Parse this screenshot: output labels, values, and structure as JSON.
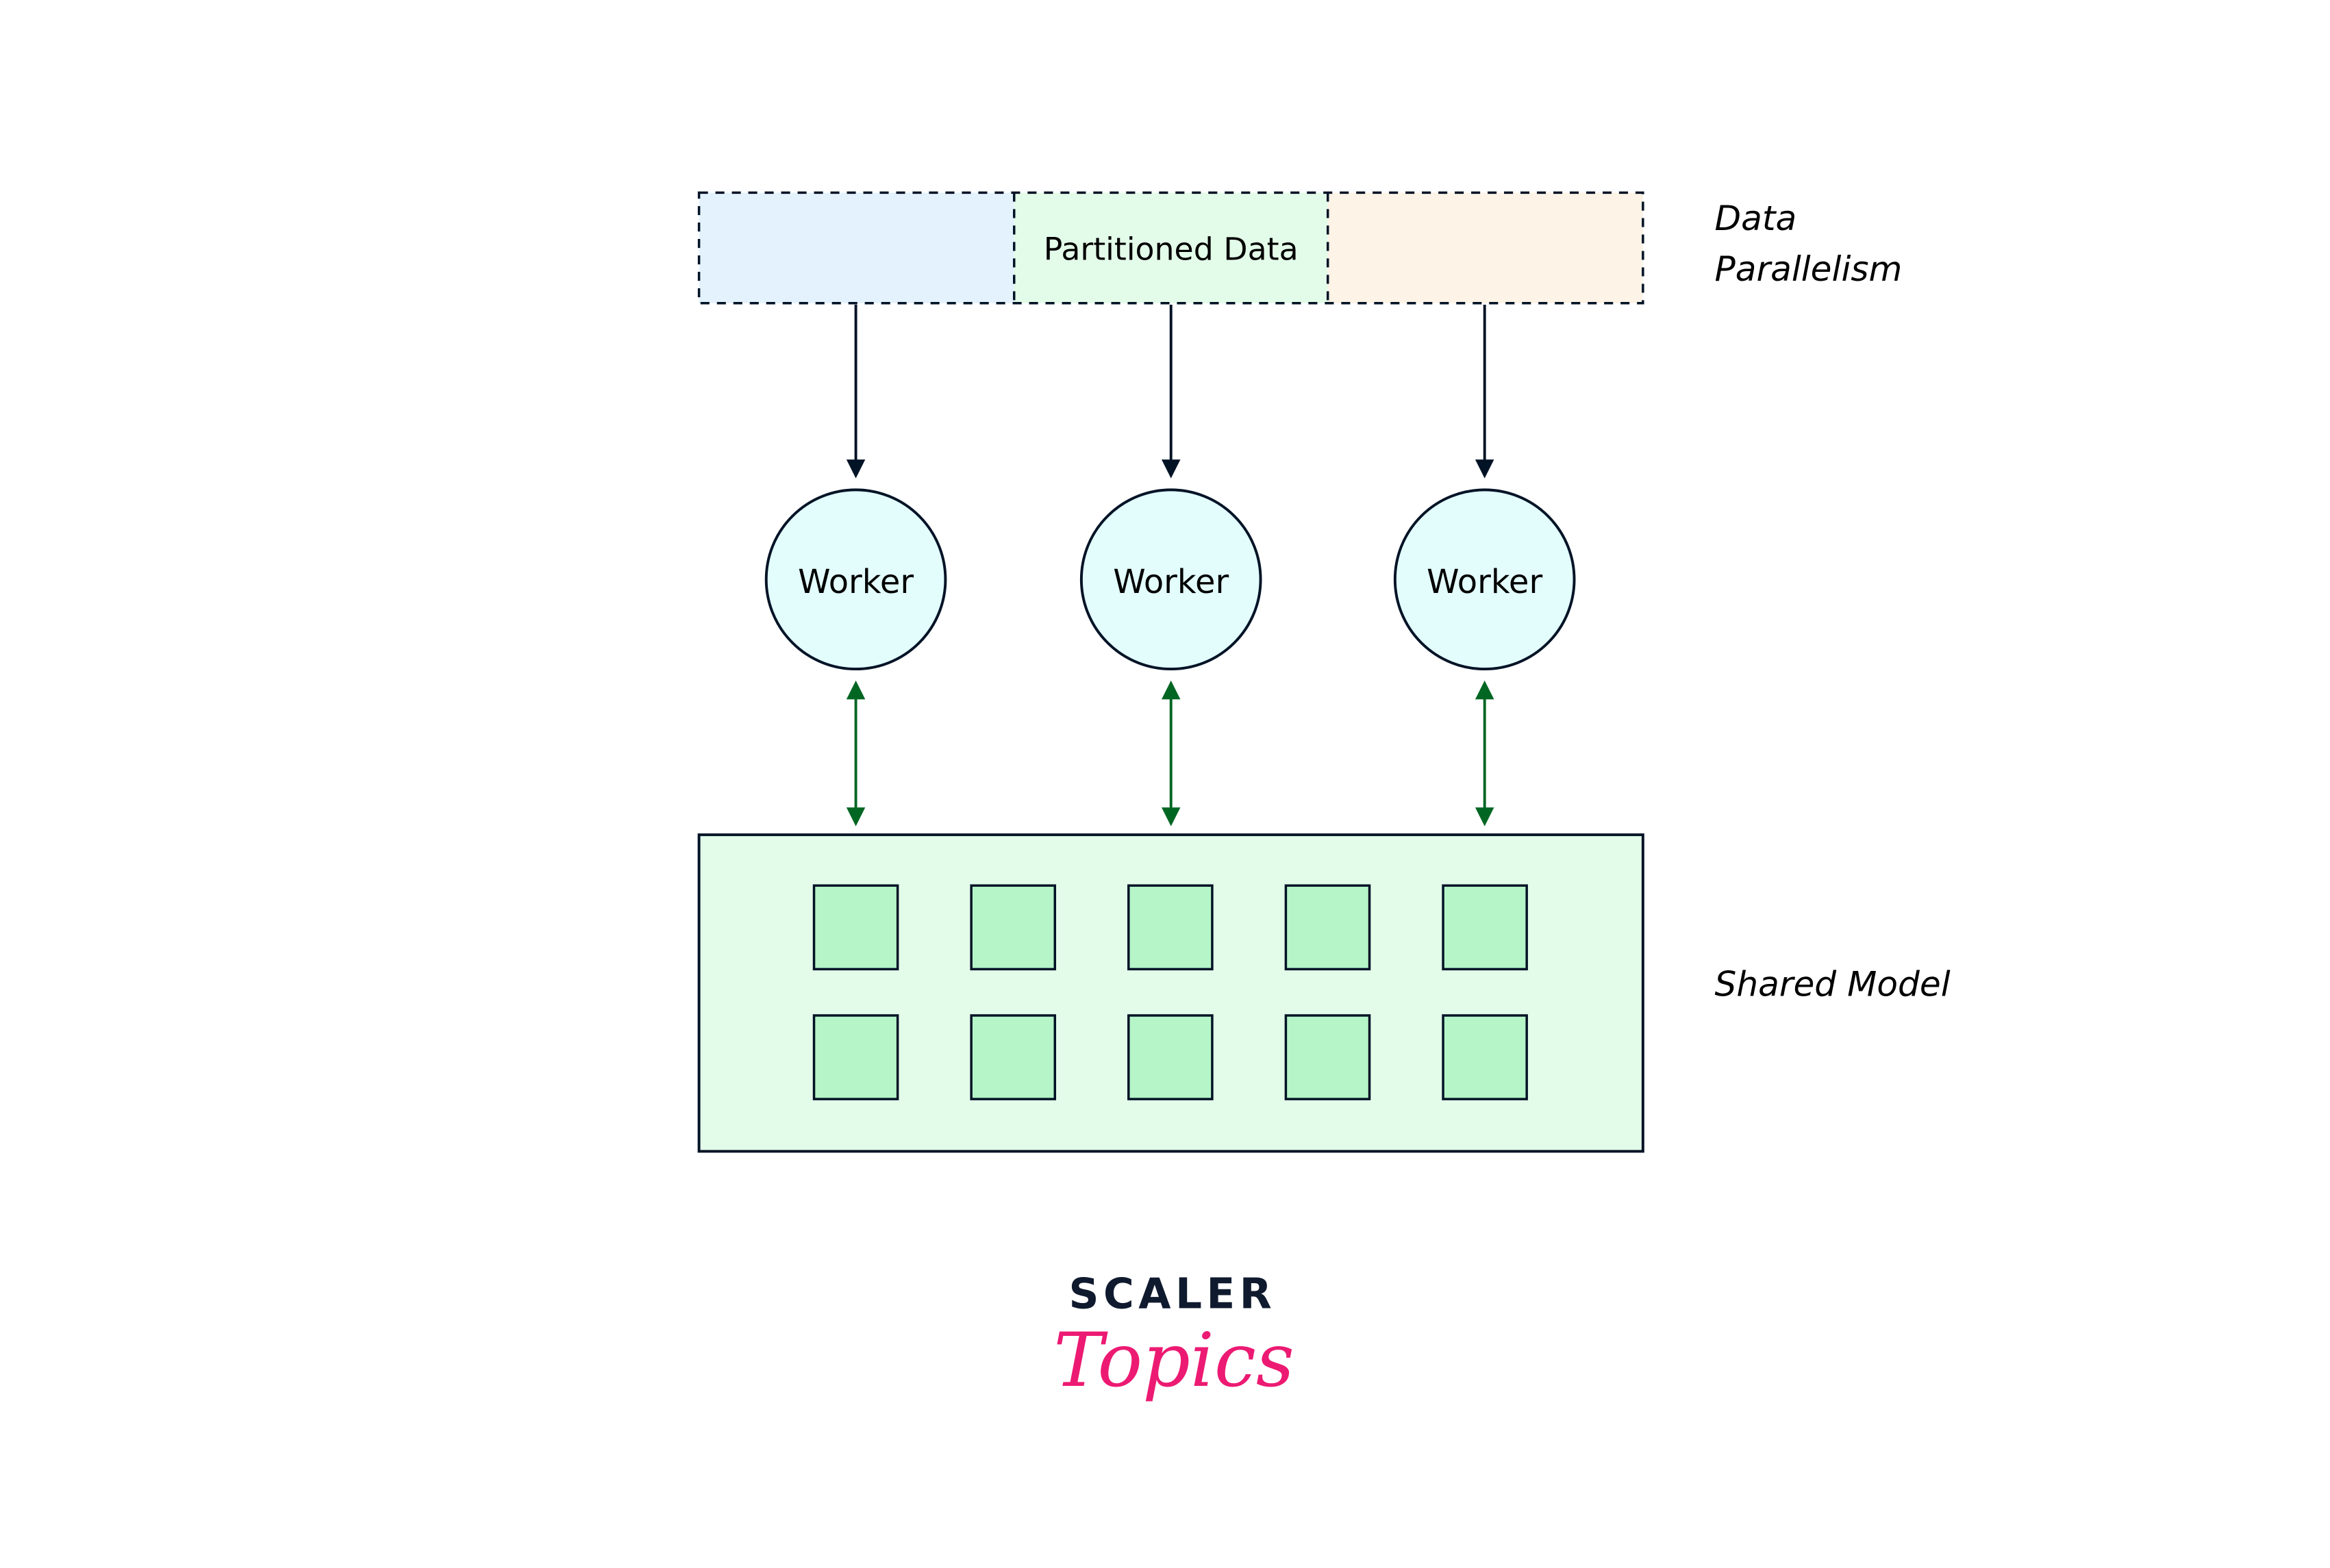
{
  "diagram": {
    "title": "Data Parallelism",
    "partitioned_data": {
      "label": "Partitioned Data",
      "partitions": [
        {
          "id": "p1",
          "color": "#e3f2fd"
        },
        {
          "id": "p2",
          "color": "#e3fce9"
        },
        {
          "id": "p3",
          "color": "#fdf3e6"
        }
      ]
    },
    "side_labels": {
      "data_parallelism_line1": "Data",
      "data_parallelism_line2": "Parallelism",
      "shared_model": "Shared Model"
    },
    "workers": [
      {
        "label": "Worker"
      },
      {
        "label": "Worker"
      },
      {
        "label": "Worker"
      }
    ],
    "shared_model": {
      "rows": 2,
      "cols": 5,
      "fill": "#e3fce9",
      "cell_fill": "#b5f5c7"
    },
    "colors": {
      "stroke": "#021326",
      "worker_fill": "#e3fdfd",
      "sync_arrow": "#006622",
      "data_arrow": "#021326"
    }
  },
  "logo": {
    "brand": "SCALER",
    "sub": "Topics"
  }
}
